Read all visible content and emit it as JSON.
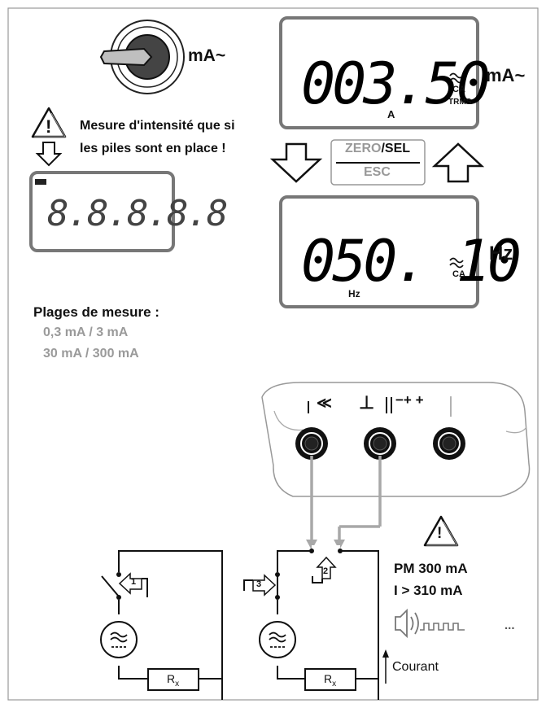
{
  "rotary_switch": {
    "position_label": "mA~"
  },
  "battery_warning": {
    "line1": "Mesure d'intensité que si",
    "line2": "les piles sont en place !",
    "battery_indicator": "battery-low-icon"
  },
  "lcd_segments_test": {
    "text": "8.8.8.8.8"
  },
  "display_current": {
    "value": "003.50",
    "unit_small": "A",
    "mode": "CA",
    "mode2": "TRMS",
    "range_label": "mA~"
  },
  "key": {
    "top_zero": "ZERO",
    "slash": "/",
    "top_sel": "SEL",
    "bottom": "ESC"
  },
  "display_frequency": {
    "value": "050. 10",
    "unit_small": "Hz",
    "mode": "CA",
    "range_label": "Hz"
  },
  "ranges": {
    "title": "Plages de mesure :",
    "line1": "0,3 mA / 3 mA",
    "line2": "30 mA / 300 mA"
  },
  "sockets": {
    "symbol_left": "≪",
    "symbol_mid": "⊥",
    "symbol_mid2": "−+ +"
  },
  "steps": {
    "step1": "1",
    "step2": "2",
    "step3": "3"
  },
  "overload": {
    "line1": "PM 300 mA",
    "line2": "I > 310 mA",
    "ellipsis": "..."
  },
  "circuit": {
    "resistor_left": "R",
    "resistor_right": "R",
    "resistor_sub": "x",
    "current_label": "Courant"
  },
  "colors": {
    "line": "#111111",
    "grey_text": "#9a9a9a",
    "arrow_grey": "#a8a8a8",
    "lcd_border": "#777777"
  }
}
